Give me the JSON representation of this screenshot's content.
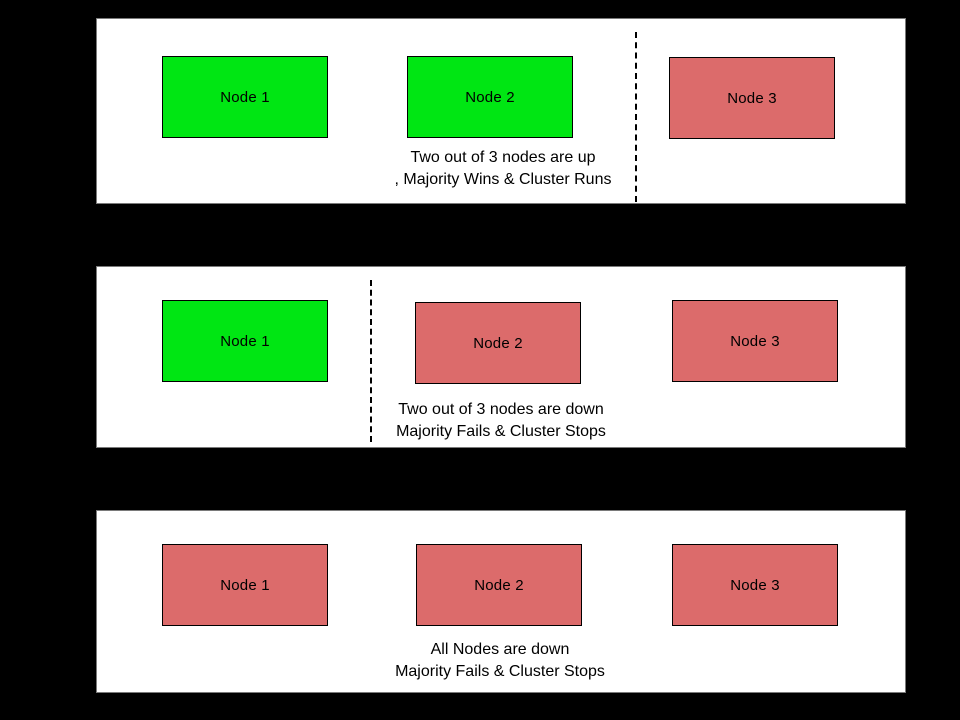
{
  "colors": {
    "page_background": "#000000",
    "panel_background": "#ffffff",
    "node_up": "#00e613",
    "node_down": "#dc6b6b",
    "node_border": "#000000",
    "divider": "#000000"
  },
  "panels": [
    {
      "caption_line1": "Two out of 3 nodes are up",
      "caption_line2": ", Majority Wins & Cluster Runs",
      "has_divider": true,
      "divider_position": "between Node 2 and Node 3",
      "nodes": [
        {
          "label": "Node 1",
          "status": "up"
        },
        {
          "label": "Node 2",
          "status": "up"
        },
        {
          "label": "Node 3",
          "status": "down"
        }
      ]
    },
    {
      "caption_line1": "Two out of 3 nodes are down",
      "caption_line2": "Majority Fails & Cluster Stops",
      "has_divider": true,
      "divider_position": "between Node 1 and Node 2",
      "nodes": [
        {
          "label": "Node 1",
          "status": "up"
        },
        {
          "label": "Node 2",
          "status": "down"
        },
        {
          "label": "Node 3",
          "status": "down"
        }
      ]
    },
    {
      "caption_line1": "All Nodes are down",
      "caption_line2": "Majority Fails & Cluster Stops",
      "has_divider": false,
      "divider_position": "",
      "nodes": [
        {
          "label": "Node 1",
          "status": "down"
        },
        {
          "label": "Node 2",
          "status": "down"
        },
        {
          "label": "Node 3",
          "status": "down"
        }
      ]
    }
  ]
}
